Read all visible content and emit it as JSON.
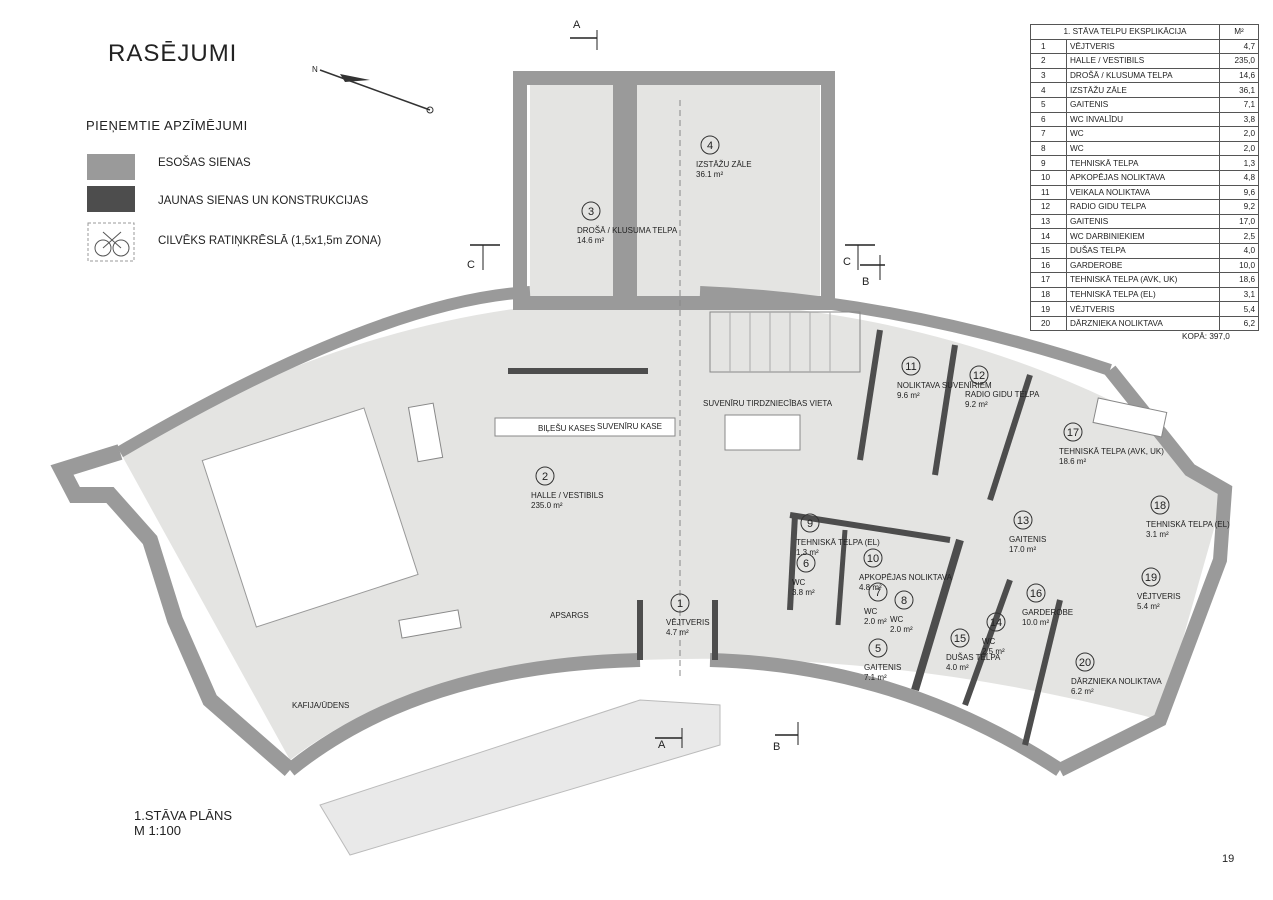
{
  "title": "RASĒJUMI",
  "legend": {
    "title": "PIEŅEMTIE APZĪMĒJUMI",
    "items": [
      {
        "label": "ESOŠAS SIENAS",
        "color": "#9a9a9a"
      },
      {
        "label": "JAUNAS SIENAS UN KONSTRUKCIJAS",
        "color": "#4d4d4d"
      },
      {
        "label": "CILVĒKS RATIŅKRĒSLĀ (1,5x1,5m ZONA)",
        "color": ""
      }
    ]
  },
  "plan": {
    "title": "1.STĀVA PLĀNS",
    "scale": "M 1:100",
    "section_marks": [
      "A",
      "A",
      "B",
      "B",
      "C",
      "C"
    ],
    "rooms": [
      {
        "num": "1",
        "name": "VĒJTVERIS",
        "area": "4.7 m²"
      },
      {
        "num": "2",
        "name": "HALLE / VESTIBILS",
        "area": "235.0 m²"
      },
      {
        "num": "3",
        "name": "DROŠĀ / KLUSUMA TELPA",
        "area": "14.6 m²"
      },
      {
        "num": "4",
        "name": "IZSTĀŽU ZĀLE",
        "area": "36.1 m²"
      },
      {
        "num": "5",
        "name": "GAITENIS",
        "area": "7.1 m²"
      },
      {
        "num": "6",
        "name": "WC",
        "area": "3.8 m²"
      },
      {
        "num": "7",
        "name": "WC",
        "area": "2.0 m²"
      },
      {
        "num": "8",
        "name": "WC",
        "area": "2.0 m²"
      },
      {
        "num": "9",
        "name": "TEHNISKĀ TELPA (EL)",
        "area": "1.3 m²"
      },
      {
        "num": "10",
        "name": "APKOPĒJAS NOLIKTAVA",
        "area": "4.8 m²"
      },
      {
        "num": "11",
        "name": "NOLIKTAVA SUVENĪRIEM",
        "area": "9.6 m²"
      },
      {
        "num": "12",
        "name": "RADIO GIDU TELPA",
        "area": "9.2 m²"
      },
      {
        "num": "13",
        "name": "GAITENIS",
        "area": "17.0 m²"
      },
      {
        "num": "14",
        "name": "WC",
        "area": "2.5 m²"
      },
      {
        "num": "15",
        "name": "DUŠAS TELPA",
        "area": "4.0 m²"
      },
      {
        "num": "16",
        "name": "GARDEROBE",
        "area": "10.0 m²"
      },
      {
        "num": "17",
        "name": "TEHNISKĀ TELPA (AVK, UK)",
        "area": "18.6 m²"
      },
      {
        "num": "18",
        "name": "TEHNISKĀ TELPA (EL)",
        "area": "3.1 m²"
      },
      {
        "num": "19",
        "name": "VĒJTVERIS",
        "area": "5.4 m²"
      },
      {
        "num": "20",
        "name": "DĀRZNIEKA NOLIKTAVA",
        "area": "6.2 m²"
      }
    ],
    "labels": {
      "bilesu_kases": "BIĻEŠU KASES",
      "suveniru_kase": "SUVENĪRU KASE",
      "suveniru_vieta": "SUVENĪRU TIRDZNIECĪBAS VIETA",
      "apsargs": "APSARGS",
      "kafija": "KAFIJA/ŪDENS"
    }
  },
  "explication": {
    "title": "1. STĀVA TELPU EKSPLIKĀCIJA",
    "unit": "M²",
    "rows": [
      [
        "1",
        "VĒJTVERIS",
        "4,7"
      ],
      [
        "2",
        "HALLE / VESTIBILS",
        "235,0"
      ],
      [
        "3",
        "DROŠĀ / KLUSUMA TELPA",
        "14,6"
      ],
      [
        "4",
        "IZSTĀŽU ZĀLE",
        "36,1"
      ],
      [
        "5",
        "GAITENIS",
        "7,1"
      ],
      [
        "6",
        "WC INVALĪDU",
        "3,8"
      ],
      [
        "7",
        "WC",
        "2,0"
      ],
      [
        "8",
        "WC",
        "2,0"
      ],
      [
        "9",
        "TEHNISKĀ TELPA",
        "1,3"
      ],
      [
        "10",
        "APKOPĒJAS NOLIKTAVA",
        "4,8"
      ],
      [
        "11",
        "VEIKALA NOLIKTAVA",
        "9,6"
      ],
      [
        "12",
        "RADIO GIDU TELPA",
        "9,2"
      ],
      [
        "13",
        "GAITENIS",
        "17,0"
      ],
      [
        "14",
        "WC DARBINIEKIEM",
        "2,5"
      ],
      [
        "15",
        "DUŠAS TELPA",
        "4,0"
      ],
      [
        "16",
        "GARDEROBE",
        "10,0"
      ],
      [
        "17",
        "TEHNISKĀ TELPA (AVK, UK)",
        "18,6"
      ],
      [
        "18",
        "TEHNISKĀ TELPA (EL)",
        "3,1"
      ],
      [
        "19",
        "VĒJTVERIS",
        "5,4"
      ],
      [
        "20",
        "DĀRZNIEKA NOLIKTAVA",
        "6,2"
      ]
    ],
    "total_label": "KOPĀ:",
    "total_value": "397,0"
  },
  "page_number": "19"
}
